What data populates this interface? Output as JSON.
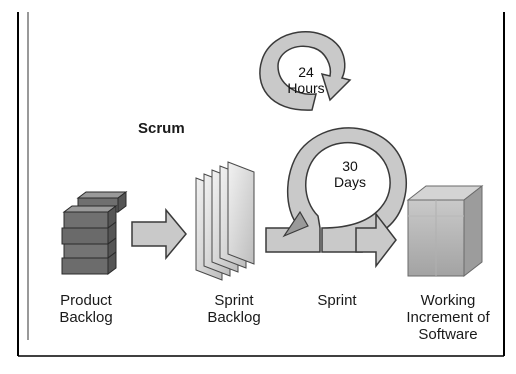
{
  "title": "Scrum",
  "labels": {
    "product_backlog": [
      "Product",
      "Backlog"
    ],
    "sprint_backlog": [
      "Sprint",
      "Backlog"
    ],
    "sprint": "Sprint",
    "working_increment": [
      "Working",
      "Increment of",
      "Software"
    ]
  },
  "cycles": {
    "daily": [
      "24",
      "Hours"
    ],
    "sprint": [
      "30",
      "Days"
    ]
  },
  "colors": {
    "arrow_fill": "#c9c9c9",
    "arrow_stroke": "#3a3a3a",
    "box_fill": "#6f6f6f",
    "cube_fill": "#b5b5b5"
  }
}
